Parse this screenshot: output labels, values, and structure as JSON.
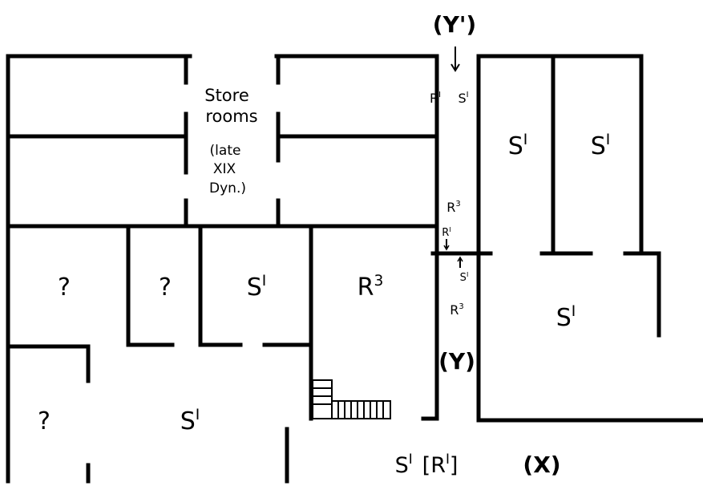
{
  "plan": {
    "colors": {
      "ink": "#000000",
      "paper": "#ffffff"
    },
    "store_rooms": {
      "line1": "Store",
      "line2": "rooms",
      "line3": "(late",
      "line4": "XIX",
      "line5": "Dyn.)"
    },
    "section_markers": {
      "y_prime": "(Y')",
      "y": "(Y)",
      "x": "(X)"
    },
    "rooms": {
      "q1": "?",
      "q2": "?",
      "q3": "?",
      "s1_base": "S",
      "s1_sup": "I",
      "r3_base": "R",
      "r3_sup": "3"
    },
    "corridor_notes": {
      "r1_base": "R",
      "r1_sup": "I",
      "s1_base": "S",
      "s1_sup": "I",
      "r3_base": "R",
      "r3_sup": "3"
    },
    "bottom_label": {
      "s1_base": "S",
      "s1_sup": "I",
      "open_bracket": "[",
      "r1_base": "R",
      "r1_sup": "I",
      "close_bracket": "]"
    }
  }
}
